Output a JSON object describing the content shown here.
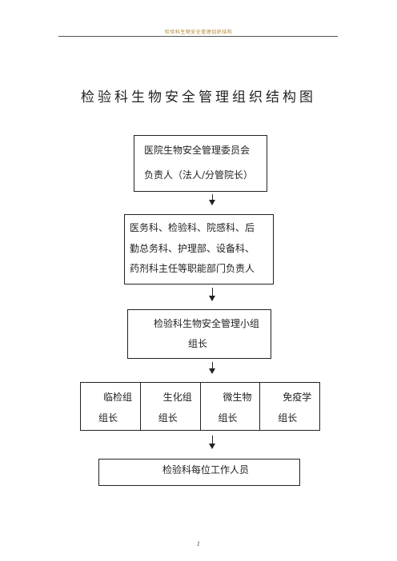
{
  "header": {
    "text": "检验科生物安全管理组织结构"
  },
  "title": "检验科生物安全管理组织结构图",
  "chart": {
    "committee": {
      "line1": "医院生物安全管理委员会",
      "line2": "负责人（法人/分管院长）"
    },
    "departments": {
      "line1": "医务科、检验科、院感科、后",
      "line2": "勤总务科、护理部、设备科、",
      "line3": "药剂科主任等职能部门负责人"
    },
    "lab_group": {
      "line1": "检验科生物安全管理小组",
      "line2": "组长"
    },
    "team_leaders": [
      {
        "line1": "临检组",
        "line2": "组长"
      },
      {
        "line1": "生化组",
        "line2": "组长"
      },
      {
        "line1": "微生物",
        "line2": "组长"
      },
      {
        "line1": "免疫学",
        "line2": "组长"
      }
    ],
    "staff": {
      "line1": "检验科每位工作人员"
    }
  },
  "footer": {
    "page_number": "1"
  }
}
